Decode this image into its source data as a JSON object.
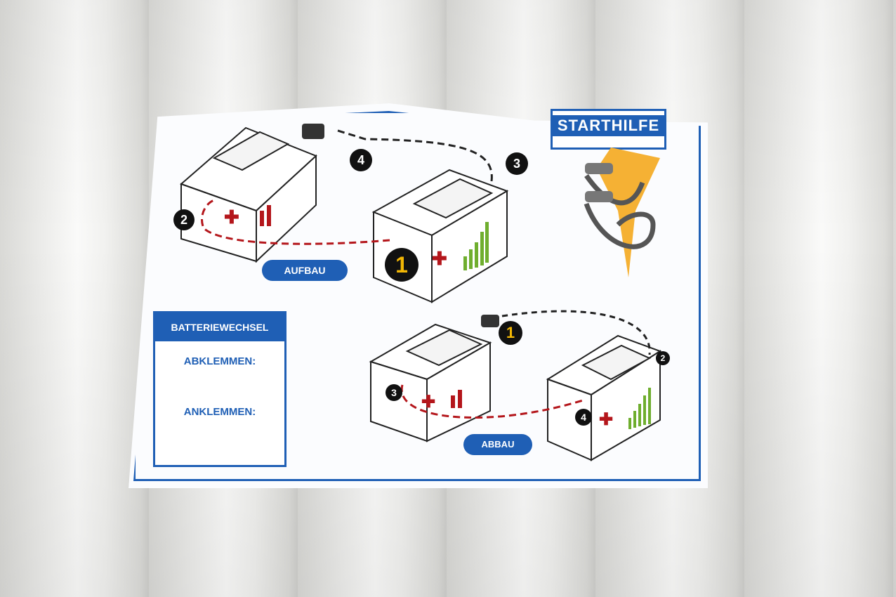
{
  "sticker": {
    "title": "STARTHILFE",
    "aufbau_label": "AUFBAU",
    "abbau_label": "ABBAU",
    "steps_aufbau": [
      "1",
      "2",
      "3",
      "4"
    ],
    "steps_abbau": [
      "1",
      "2",
      "3",
      "4"
    ],
    "battery_change": {
      "heading": "BATTERIEWECHSEL",
      "disconnect_label": "ABKLEMMEN:",
      "connect_label": "ANKLEMMEN:"
    }
  },
  "colors": {
    "brand_blue": "#1f5fb5",
    "red_cable": "#b4161b",
    "yellow_badge": "#f2b705",
    "green_level": "#6fae2e"
  }
}
